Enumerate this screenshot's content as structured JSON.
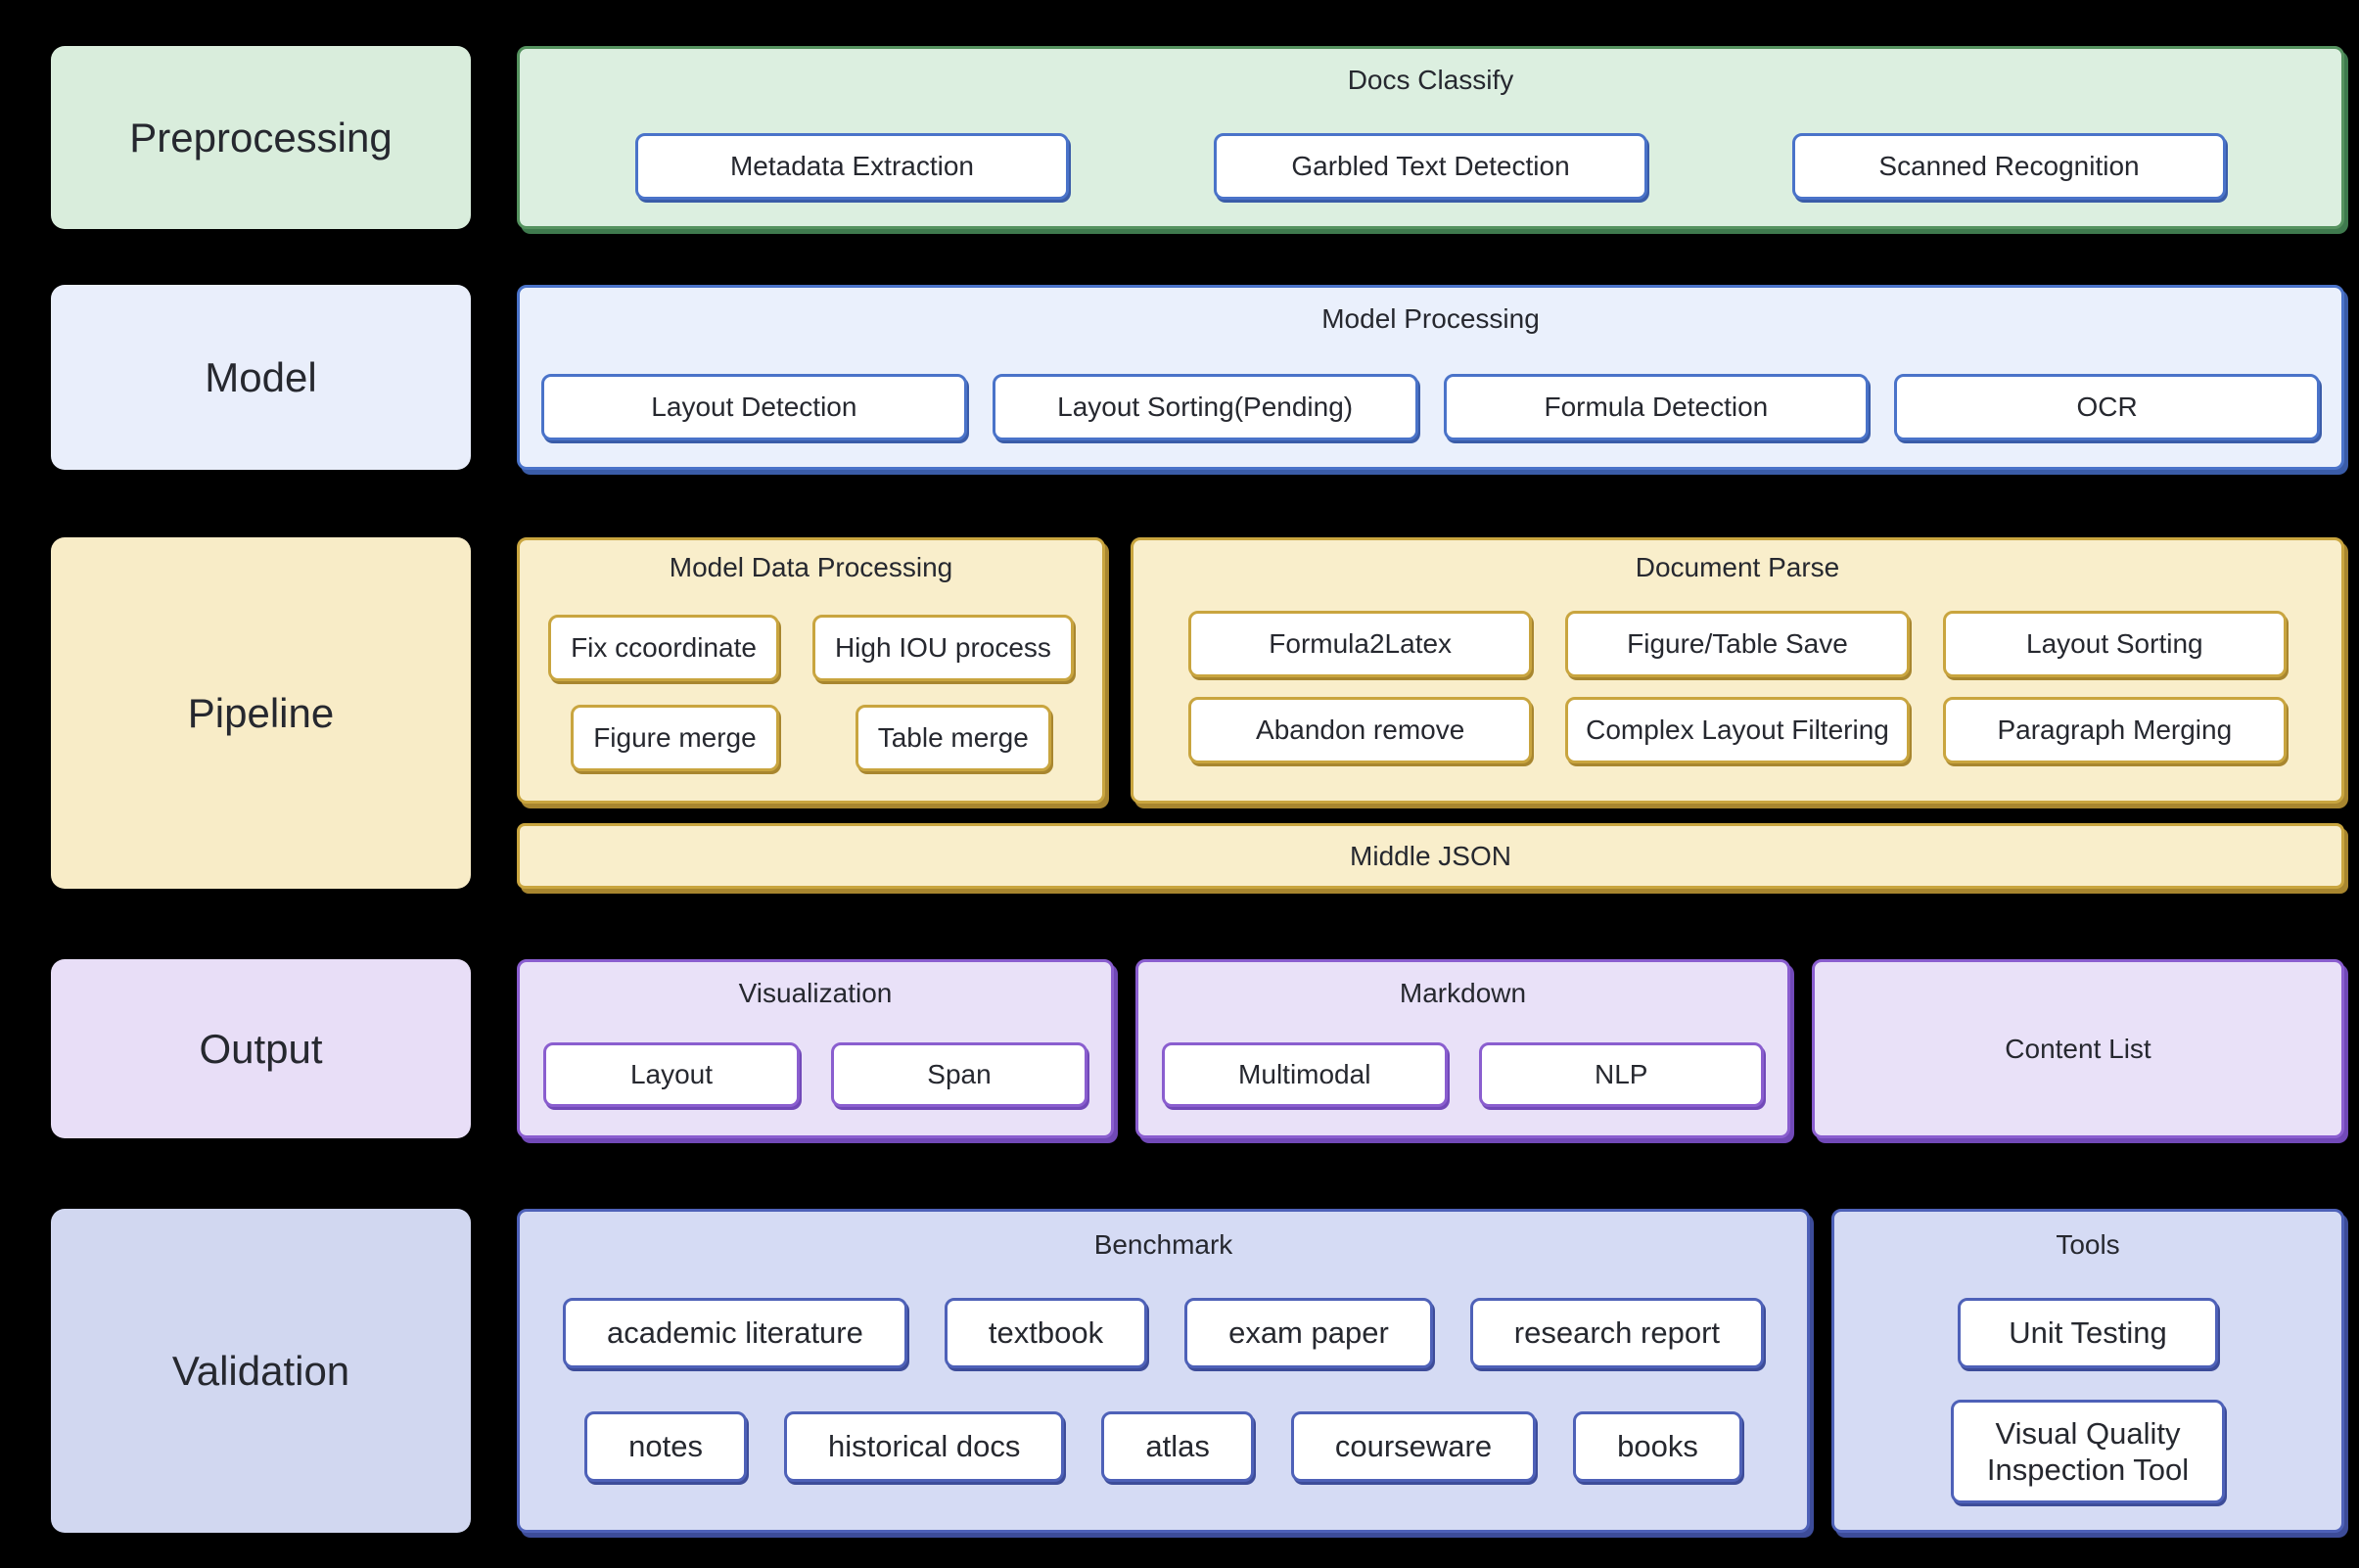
{
  "diagram": {
    "rows": {
      "preprocessing": {
        "label": "Preprocessing",
        "docs_classify": {
          "title": "Docs Classify",
          "buttons": [
            "Metadata Extraction",
            "Garbled Text Detection",
            "Scanned Recognition"
          ]
        }
      },
      "model": {
        "label": "Model",
        "model_processing": {
          "title": "Model Processing",
          "buttons": [
            "Layout Detection",
            "Layout Sorting(Pending)",
            "Formula Detection",
            "OCR"
          ]
        }
      },
      "pipeline": {
        "label": "Pipeline",
        "model_data_processing": {
          "title": "Model Data Processing",
          "row1": [
            "Fix ccoordinate",
            "High IOU process"
          ],
          "row2": [
            "Figure merge",
            "Table merge"
          ]
        },
        "document_parse": {
          "title": "Document Parse",
          "row1": [
            "Formula2Latex",
            "Figure/Table Save",
            "Layout Sorting"
          ],
          "row2": [
            "Abandon remove",
            "Complex Layout Filtering",
            "Paragraph Merging"
          ]
        },
        "middle_json": {
          "title": "Middle JSON"
        }
      },
      "output": {
        "label": "Output",
        "visualization": {
          "title": "Visualization",
          "buttons": [
            "Layout",
            "Span"
          ]
        },
        "markdown": {
          "title": "Markdown",
          "buttons": [
            "Multimodal",
            "NLP"
          ]
        },
        "content_list": {
          "title": "Content List"
        }
      },
      "validation": {
        "label": "Validation",
        "benchmark": {
          "title": "Benchmark",
          "row1": [
            "academic literature",
            "textbook",
            "exam paper",
            "research report"
          ],
          "row2": [
            "notes",
            "historical docs",
            "atlas",
            "courseware",
            "books"
          ]
        },
        "tools": {
          "title": "Tools",
          "buttons": [
            "Unit Testing",
            "Visual Quality Inspection Tool"
          ]
        }
      }
    },
    "colors": {
      "background": "#000000",
      "text": "#26282f",
      "green_fill": "#dcefe0",
      "green_border": "#55925f",
      "blue_fill": "#eaf0fc",
      "blue_border": "#4a73c9",
      "yellow_fill": "#f9eecb",
      "yellow_border": "#c9a53f",
      "purple_fill": "#e9e1f8",
      "purple_border": "#8a5ecf",
      "indigo_fill": "#d5dbf4",
      "indigo_border": "#4e61b8",
      "node_fill": "#ffffff"
    }
  }
}
